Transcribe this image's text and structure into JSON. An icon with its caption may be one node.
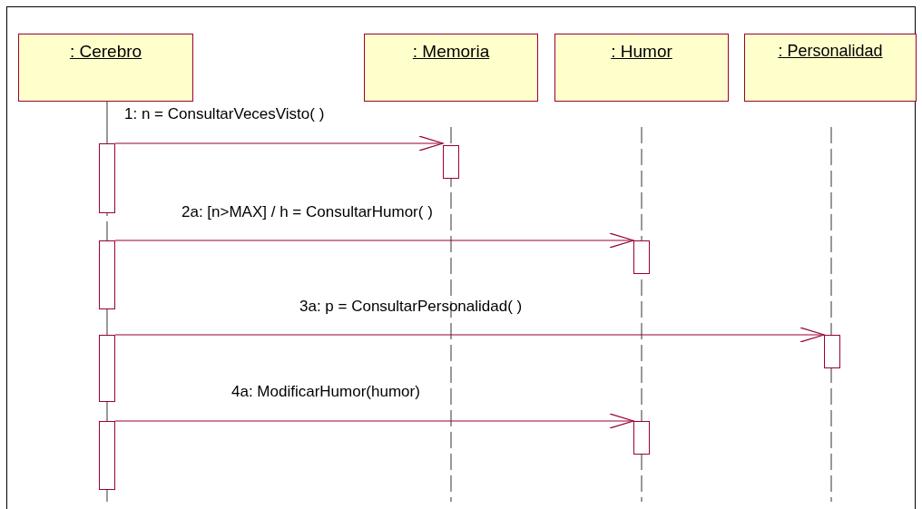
{
  "diagram": {
    "nodes": [
      {
        "text": [
          ": Cerebro"
        ]
      },
      {
        "text": [
          ": Memoria"
        ]
      },
      {
        "text": [
          ": Humor"
        ]
      },
      {
        "text": [
          ": Personalidad"
        ]
      },
      {
        "text": [],
        "shape": "bar"
      },
      {
        "text": [],
        "shape": "bar"
      },
      {
        "text": [],
        "shape": "bar"
      },
      {
        "text": [],
        "shape": "bar"
      },
      {
        "text": [],
        "shape": "bar"
      },
      {
        "text": [],
        "shape": "bar"
      },
      {
        "text": [],
        "shape": "bar"
      },
      {
        "text": [],
        "shape": "bar"
      }
    ],
    "edges": [
      {
        "from": 4,
        "to": 8,
        "arrow": "to",
        "label": "1: n = ConsultarVecesVisto( )"
      },
      {
        "from": 5,
        "to": 9,
        "arrow": "to",
        "label": "2a: [n>MAX] / h = ConsultarHumor( )"
      },
      {
        "from": 6,
        "to": 10,
        "arrow": "to",
        "label": "3a: p = ConsultarPersonalidad( )"
      },
      {
        "from": 7,
        "to": 11,
        "arrow": "to",
        "label": "4a: ModificarHumor(humor)"
      }
    ]
  }
}
